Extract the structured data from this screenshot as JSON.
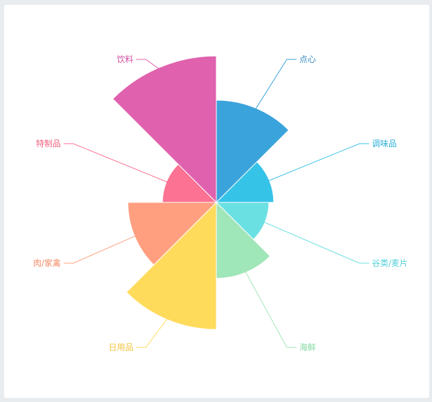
{
  "chart_data": {
    "type": "rose",
    "title": "",
    "categories": [
      "点心",
      "调味品",
      "谷类/麦片",
      "海鲜",
      "日用品",
      "肉/家禽",
      "特制品",
      "饮料"
    ],
    "values": [
      148,
      83,
      76,
      110,
      184,
      128,
      78,
      212
    ],
    "colors": [
      "#3aa3dc",
      "#36c3e8",
      "#6be0e3",
      "#9fe6b8",
      "#ffdb5c",
      "#ff9f7f",
      "#fb7293",
      "#e062ae"
    ],
    "label_colors": [
      "#3a8ec5",
      "#2ab0d8",
      "#4fcfd6",
      "#86d9a4",
      "#f2c43e",
      "#f58a66",
      "#f0607f",
      "#d44fa0"
    ]
  }
}
